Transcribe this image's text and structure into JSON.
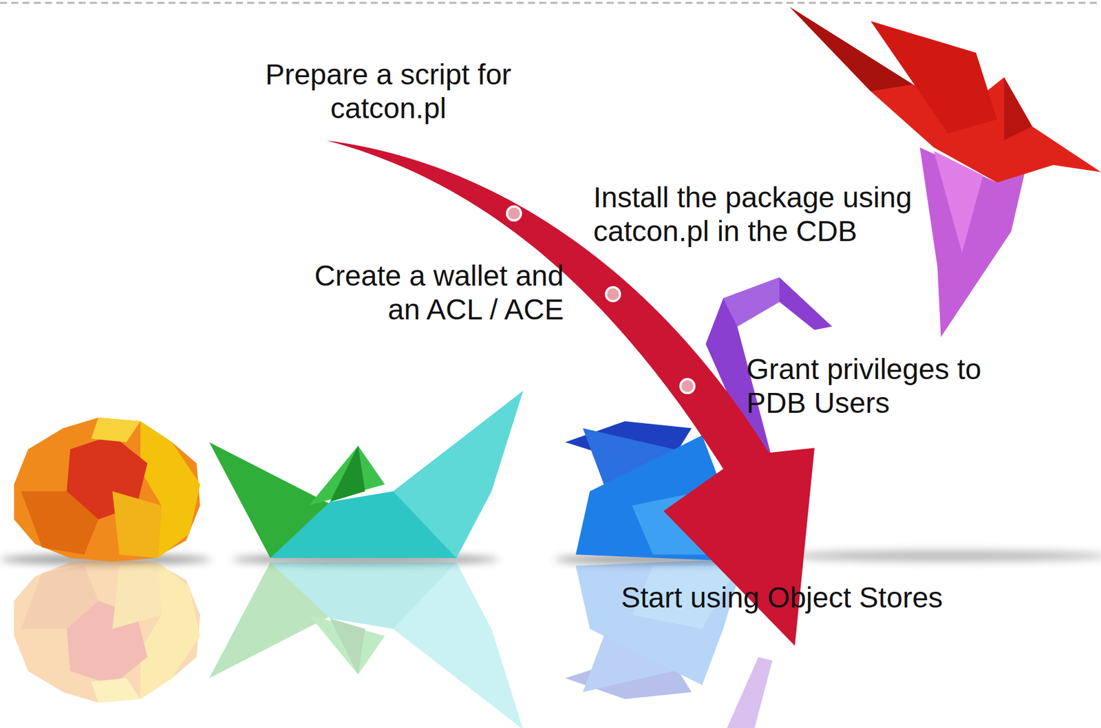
{
  "diagram": {
    "labels": [
      "Prepare a script for catcon.pl",
      "Install the package using catcon.pl in the CDB",
      "Create a wallet and an ACL / ACE",
      "Grant privileges to PDB Users",
      "Start using Object Stores"
    ]
  }
}
